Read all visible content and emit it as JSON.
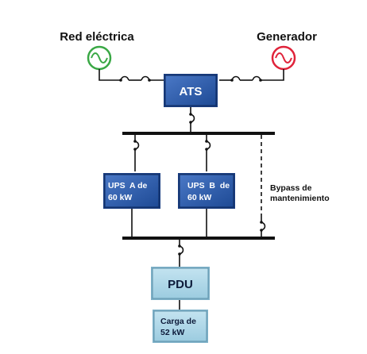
{
  "sources": {
    "grid": {
      "label": "Red eléctrica",
      "color": "#3aa845"
    },
    "generator": {
      "label": "Generador",
      "color": "#e0233a"
    }
  },
  "ats": {
    "label": "ATS",
    "color": "#2e5bab"
  },
  "ups_a": {
    "line1": "UPS  A de",
    "line2": "60 kW",
    "color": "#2e5bab"
  },
  "ups_b": {
    "line1": "UPS  B  de",
    "line2": "60 kW",
    "color": "#2e5bab"
  },
  "bypass": {
    "line1": "Bypass de",
    "line2": "mantenimiento"
  },
  "pdu": {
    "label": "PDU",
    "color": "#a9d4e6"
  },
  "load": {
    "line1": "Carga de",
    "line2": "52 kW",
    "color": "#a9d4e6"
  }
}
